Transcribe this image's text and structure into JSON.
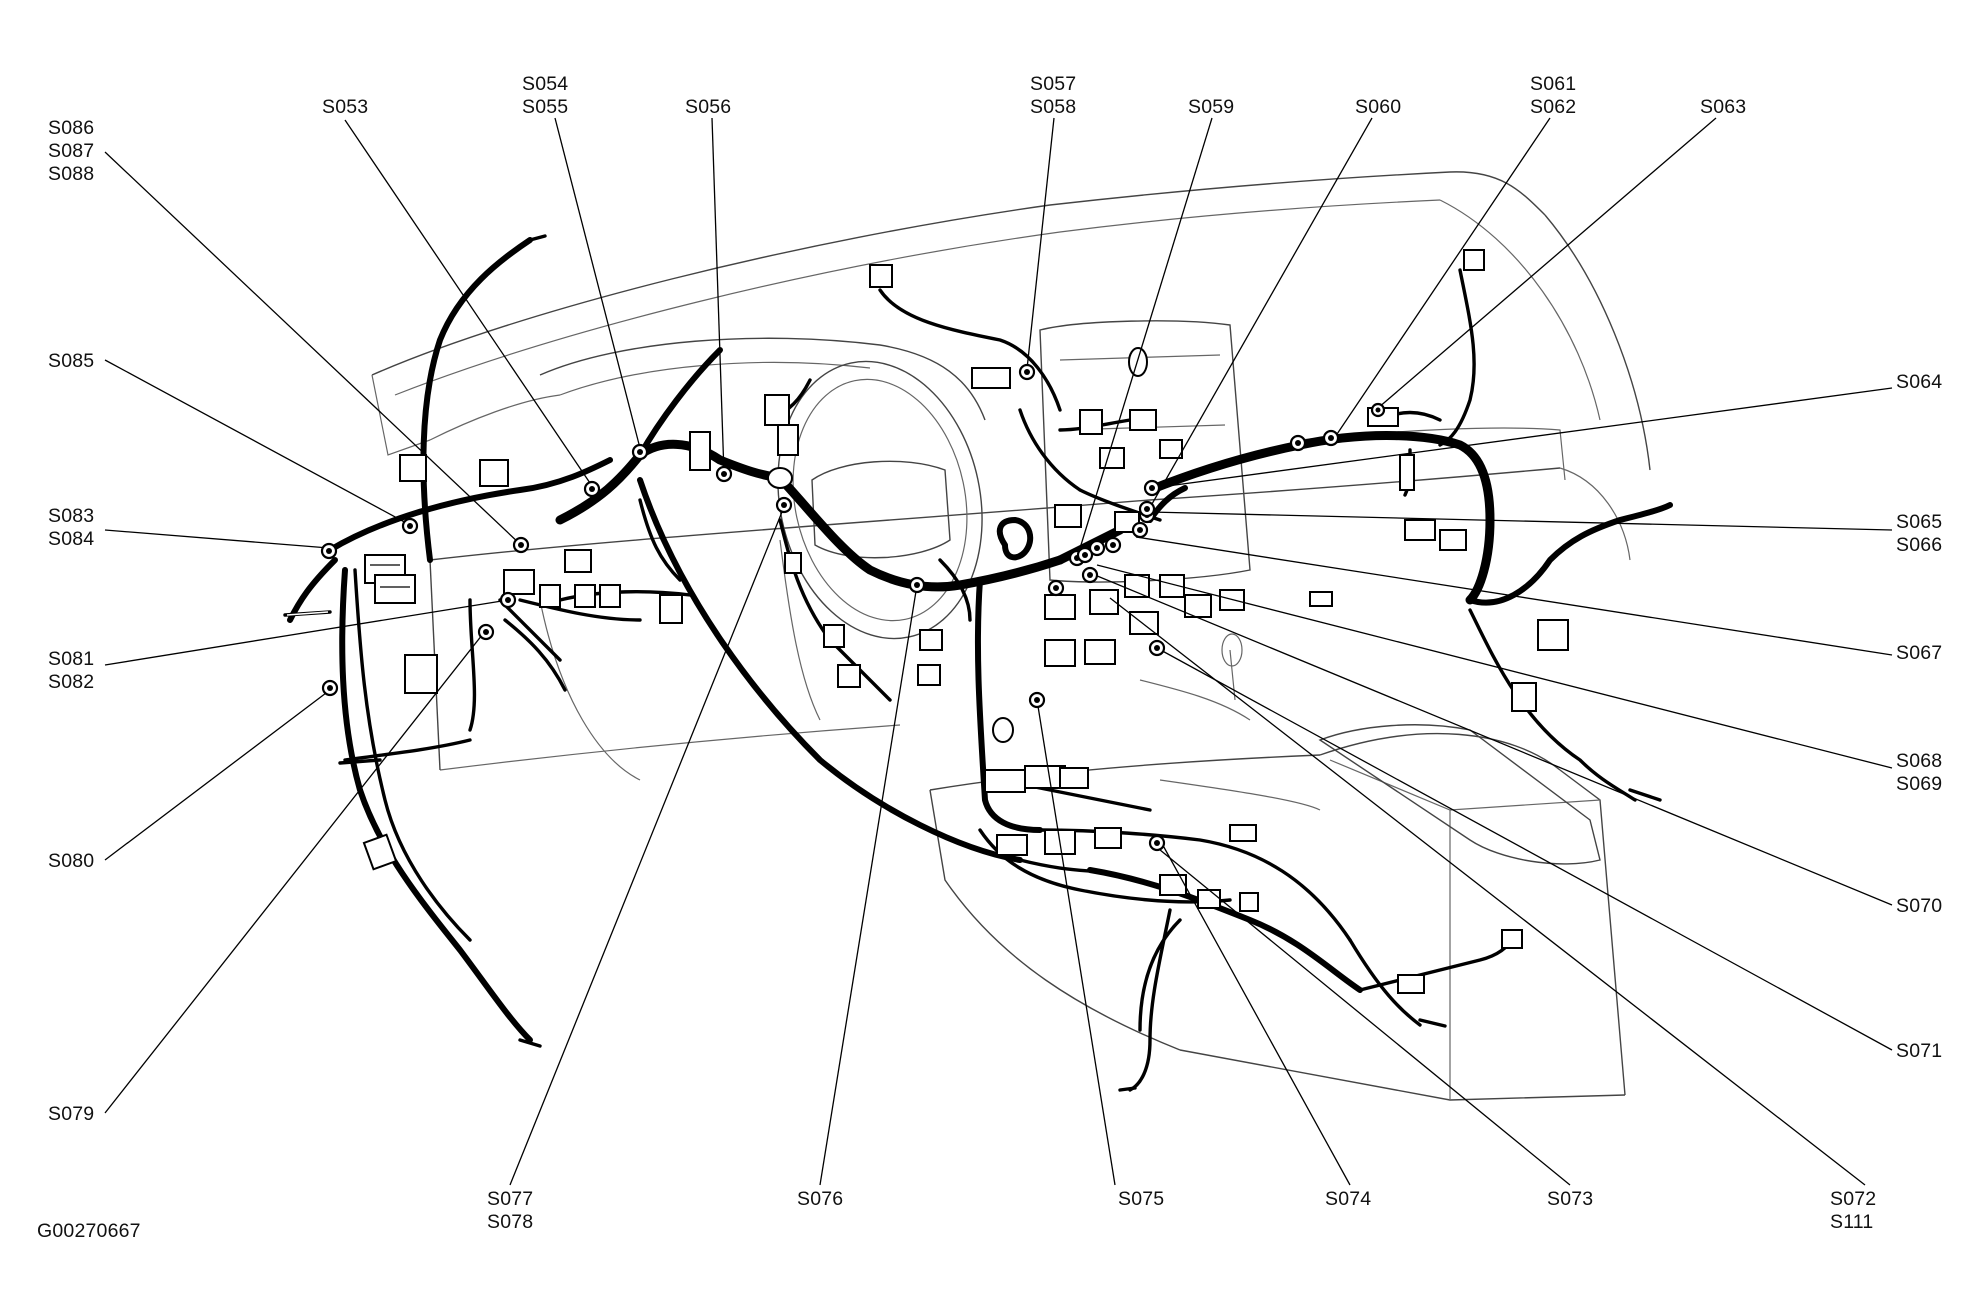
{
  "figure_id": "G00270667",
  "splice_labels": {
    "s053": "S053",
    "s054": "S054",
    "s055": "S055",
    "s056": "S056",
    "s057": "S057",
    "s058": "S058",
    "s059": "S059",
    "s060": "S060",
    "s061": "S061",
    "s062": "S062",
    "s063": "S063",
    "s064": "S064",
    "s065": "S065",
    "s066": "S066",
    "s067": "S067",
    "s068": "S068",
    "s069": "S069",
    "s070": "S070",
    "s071": "S071",
    "s072": "S072",
    "s111": "S111",
    "s073": "S073",
    "s074": "S074",
    "s075": "S075",
    "s076": "S076",
    "s077": "S077",
    "s078": "S078",
    "s079": "S079",
    "s080": "S080",
    "s081": "S081",
    "s082": "S082",
    "s083": "S083",
    "s084": "S084",
    "s085": "S085",
    "s086": "S086",
    "s087": "S087",
    "s088": "S088"
  }
}
